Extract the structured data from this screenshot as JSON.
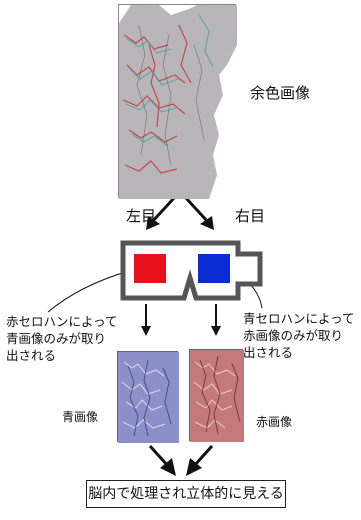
{
  "labels": {
    "anaglyph_caption": "余色画像",
    "left_eye": "左目",
    "right_eye": "右目",
    "left_note": [
      "赤セロハンによって",
      "青画像のみが取り",
      "出される"
    ],
    "right_note": [
      "青セロハンによって",
      "赤画像のみが取り",
      "出される"
    ],
    "blue_caption": "青画像",
    "red_caption": "赤画像",
    "result": "脳内で処理され立体的に見える"
  },
  "colors": {
    "lens_left": "#e8101a",
    "lens_right": "#0b2bd6",
    "frame": "#555555",
    "blue_tint": "#8d8fc8",
    "red_tint": "#c47a7a"
  }
}
